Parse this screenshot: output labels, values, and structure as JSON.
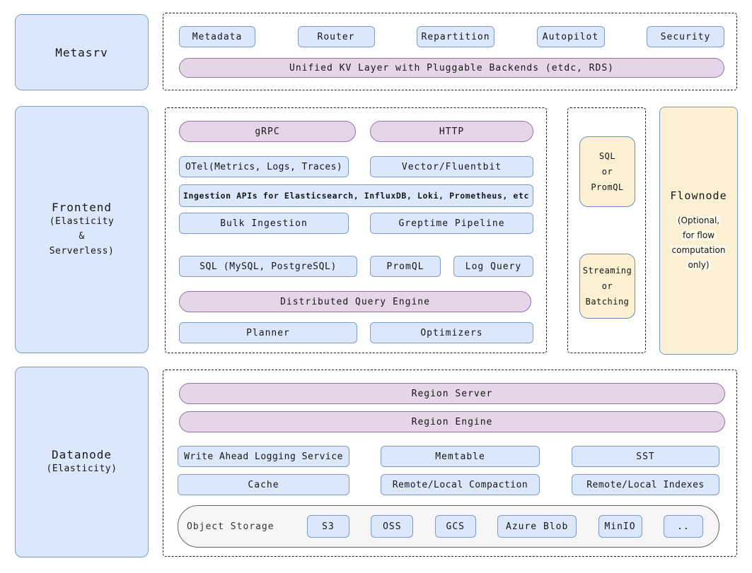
{
  "diagram": {
    "colors": {
      "blue_fill": "#dbe8fb",
      "blue_stroke": "#7e9cc9",
      "purple_fill": "#e6d5e9",
      "purple_stroke": "#9673a6",
      "yellow_fill": "#fbf0d2",
      "yellow_stroke": "#6c8ebf",
      "gray_fill": "#f5f5f5",
      "gray_stroke": "#666666"
    },
    "metasrv": {
      "label": "Metasrv",
      "components": [
        "Metadata",
        "Router",
        "Repartition",
        "Autopilot",
        "Security"
      ],
      "kv_layer": "Unified KV Layer with Pluggable Backends (etdc, RDS)"
    },
    "frontend": {
      "label": "Frontend",
      "sublabel_lines": [
        "(Elasticity",
        "&",
        "Serverless)"
      ],
      "grpc": "gRPC",
      "http": "HTTP",
      "otel": "OTel(Metrics, Logs, Traces)",
      "vector": "Vector/Fluentbit",
      "ingestion_apis": "Ingestion APIs for Elasticsearch, InfluxDB, Loki, Prometheus, etc",
      "bulk_ingestion": "Bulk Ingestion",
      "greptime_pipeline": "Greptime Pipeline",
      "sql": "SQL (MySQL, PostgreSQL)",
      "promql": "PromQL",
      "log_query": "Log Query",
      "distributed_query_engine": "Distributed Query Engine",
      "planner": "Planner",
      "optimizers": "Optimizers"
    },
    "flow": {
      "sql_or_promql_lines": [
        "SQL",
        "or",
        "PromQL"
      ],
      "streaming_or_batching_lines": [
        "Streaming",
        "or",
        "Batching"
      ],
      "flownode_title": "Flownode",
      "flownode_note_lines": [
        "(Optional,",
        "for flow",
        "computation",
        "only)"
      ]
    },
    "datanode": {
      "label": "Datanode",
      "sublabel": "(Elasticity)",
      "region_server": "Region Server",
      "region_engine": "Region Engine",
      "wal": "Write Ahead Logging Service",
      "memtable": "Memtable",
      "sst": "SST",
      "cache": "Cache",
      "compaction": "Remote/Local Compaction",
      "indexes": "Remote/Local Indexes",
      "object_storage_label": "Object Storage",
      "storages": [
        "S3",
        "OSS",
        "GCS",
        "Azure Blob",
        "MinIO",
        ".."
      ]
    }
  }
}
